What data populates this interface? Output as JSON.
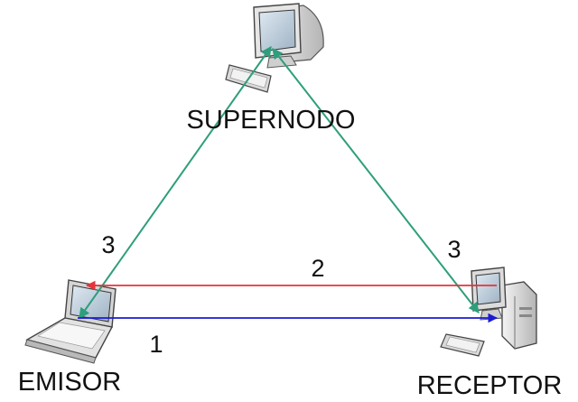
{
  "nodes": {
    "supernodo": {
      "label": "SUPERNODO",
      "icon": "desktop-computer-icon"
    },
    "emisor": {
      "label": "EMISOR",
      "icon": "laptop-icon"
    },
    "receptor": {
      "label": "RECEPTOR",
      "icon": "desktop-tower-pc-icon"
    }
  },
  "edges": {
    "blue": {
      "label": "1",
      "color": "#1a1ad6"
    },
    "red": {
      "label": "2",
      "color": "#e8333a"
    },
    "green_left": {
      "label": "3",
      "color": "#2e9e7c"
    },
    "green_right": {
      "label": "3",
      "color": "#2e9e7c"
    }
  }
}
